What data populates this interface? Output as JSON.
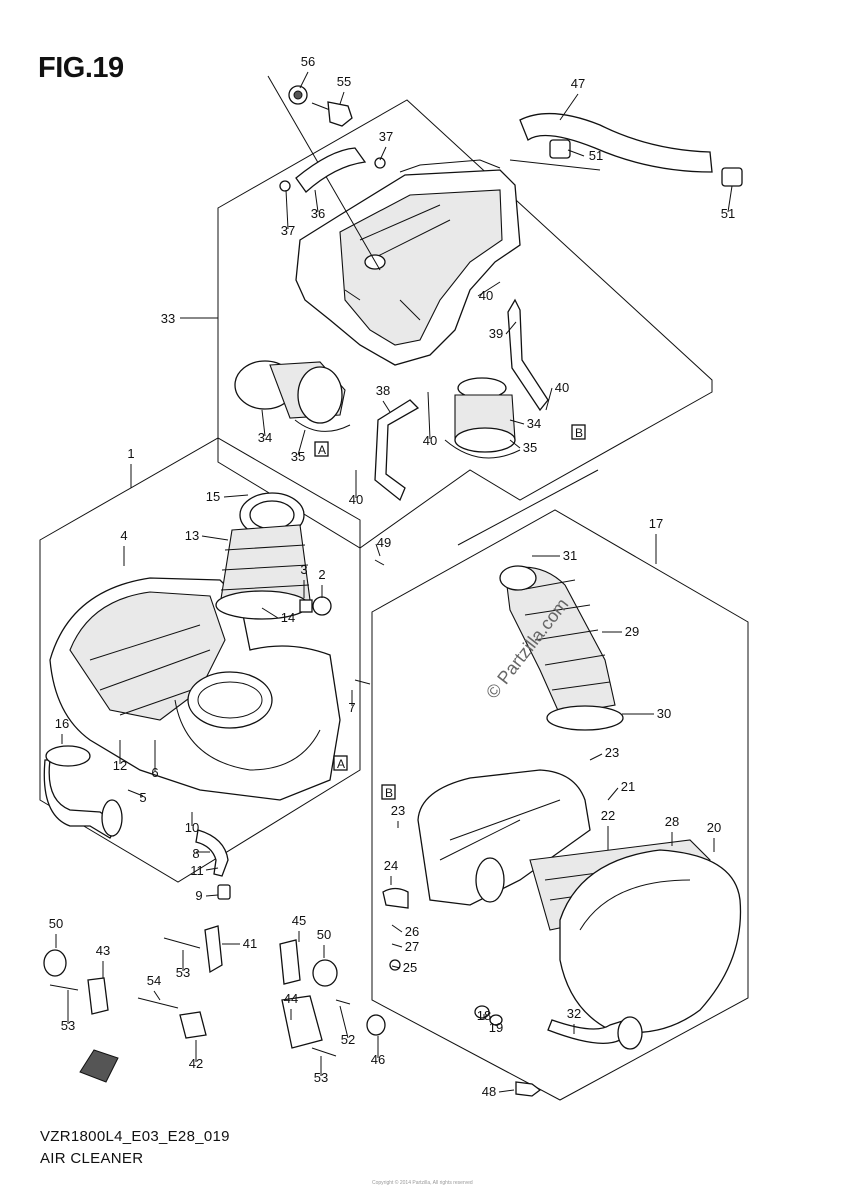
{
  "figure_title": "FIG.19",
  "model_code": "VZR1800L4_E03_E28_019",
  "assembly_name": "AIR CLEANER",
  "watermark": "© Partzilla.com",
  "footer_note": "Copyright © 2014 Partzilla, All rights reserved",
  "ref_markers": [
    "A",
    "B"
  ],
  "callouts": [
    {
      "num": "56"
    },
    {
      "num": "55"
    },
    {
      "num": "47"
    },
    {
      "num": "37"
    },
    {
      "num": "51"
    },
    {
      "num": "36"
    },
    {
      "num": "37"
    },
    {
      "num": "51"
    },
    {
      "num": "33"
    },
    {
      "num": "40"
    },
    {
      "num": "39"
    },
    {
      "num": "38"
    },
    {
      "num": "40"
    },
    {
      "num": "34"
    },
    {
      "num": "34"
    },
    {
      "num": "35"
    },
    {
      "num": "40"
    },
    {
      "num": "35"
    },
    {
      "num": "40"
    },
    {
      "num": "1"
    },
    {
      "num": "15"
    },
    {
      "num": "13"
    },
    {
      "num": "4"
    },
    {
      "num": "49"
    },
    {
      "num": "3"
    },
    {
      "num": "2"
    },
    {
      "num": "14"
    },
    {
      "num": "7"
    },
    {
      "num": "17"
    },
    {
      "num": "31"
    },
    {
      "num": "29"
    },
    {
      "num": "30"
    },
    {
      "num": "16"
    },
    {
      "num": "12"
    },
    {
      "num": "6"
    },
    {
      "num": "5"
    },
    {
      "num": "10"
    },
    {
      "num": "8"
    },
    {
      "num": "11"
    },
    {
      "num": "9"
    },
    {
      "num": "23"
    },
    {
      "num": "21"
    },
    {
      "num": "23"
    },
    {
      "num": "22"
    },
    {
      "num": "28"
    },
    {
      "num": "20"
    },
    {
      "num": "24"
    },
    {
      "num": "26"
    },
    {
      "num": "27"
    },
    {
      "num": "25"
    },
    {
      "num": "50"
    },
    {
      "num": "43"
    },
    {
      "num": "41"
    },
    {
      "num": "53"
    },
    {
      "num": "45"
    },
    {
      "num": "50"
    },
    {
      "num": "54"
    },
    {
      "num": "53"
    },
    {
      "num": "44"
    },
    {
      "num": "52"
    },
    {
      "num": "42"
    },
    {
      "num": "46"
    },
    {
      "num": "53"
    },
    {
      "num": "18"
    },
    {
      "num": "19"
    },
    {
      "num": "32"
    },
    {
      "num": "48"
    }
  ]
}
